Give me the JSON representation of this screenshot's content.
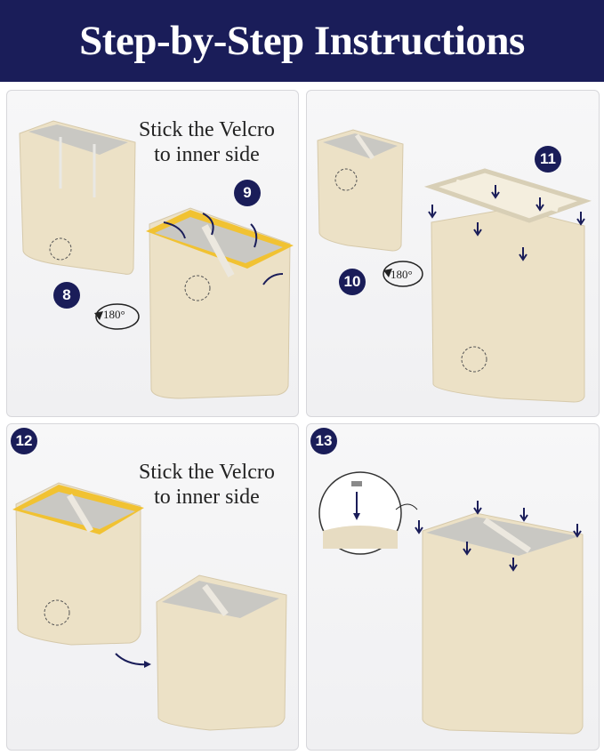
{
  "header": {
    "title": "Step-by-Step Instructions"
  },
  "colors": {
    "navy": "#1a1d59",
    "bin_cream": "#ece1c6",
    "bin_inner": "#c9c8c3",
    "lid_yellow": "#f1c232"
  },
  "steps": [
    {
      "number": "8",
      "caption_line1": "Stick the Velcro",
      "caption_line2": "to inner side",
      "step2": "9",
      "rotation": "180°"
    },
    {
      "number": "10",
      "step2": "11",
      "rotation": "180°"
    },
    {
      "number": "12",
      "caption_line1": "Stick the Velcro",
      "caption_line2": "to inner side"
    },
    {
      "number": "13"
    }
  ],
  "icons": [
    "rotate-arrow-icon",
    "down-arrow-icon",
    "screw-icon"
  ]
}
